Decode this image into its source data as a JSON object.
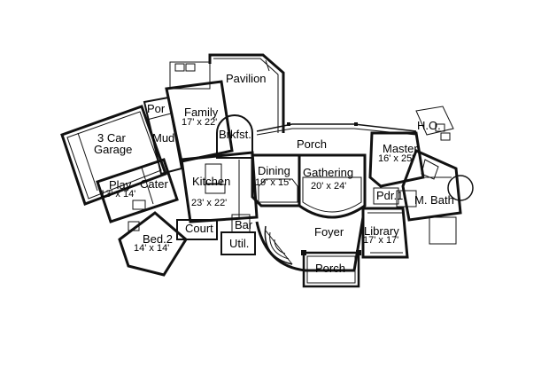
{
  "rooms": {
    "pavilion": {
      "name": "Pavilion"
    },
    "por": {
      "name": "Por"
    },
    "family": {
      "name": "Family",
      "size": "17' x 22'"
    },
    "brkfst": {
      "name": "Brkfst."
    },
    "porch_rear": {
      "name": "Porch"
    },
    "ho": {
      "name": "H.O."
    },
    "master": {
      "name": "Master",
      "size": "16' x 25'"
    },
    "garage": {
      "name": "3 Car",
      "name2": "Garage"
    },
    "mud": {
      "name": "Mud"
    },
    "dining": {
      "name": "Dining",
      "size": "19' x 15'"
    },
    "gathering": {
      "name": "Gathering",
      "size": "20' x 24'"
    },
    "play": {
      "name": "Play",
      "size": "13' x 14'"
    },
    "cater": {
      "name": "Cater"
    },
    "kitchen": {
      "name": "Kitchen",
      "size": "23' x 22'"
    },
    "pdr": {
      "name": "Pdr.1"
    },
    "mbath": {
      "name": "M. Bath"
    },
    "bed2": {
      "name": "Bed.2",
      "size": "14' x 14'"
    },
    "court": {
      "name": "Court"
    },
    "bar": {
      "name": "Bar"
    },
    "util": {
      "name": "Util."
    },
    "foyer": {
      "name": "Foyer"
    },
    "library": {
      "name": "Library",
      "size": "17' x 17'"
    },
    "porch_front": {
      "name": "Porch"
    }
  }
}
